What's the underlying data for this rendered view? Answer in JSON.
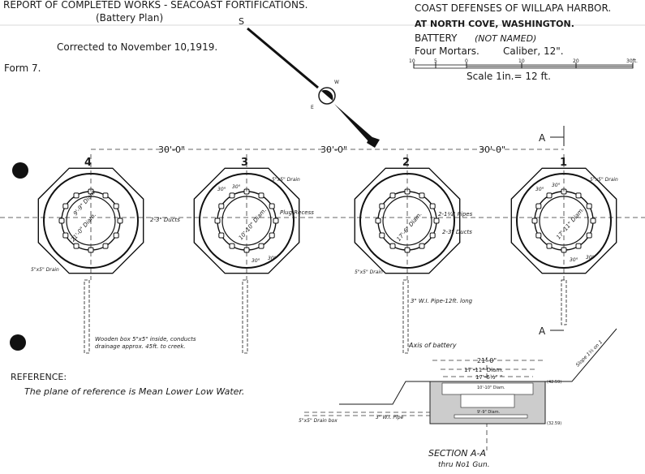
{
  "header": {
    "report_title": "REPORT OF COMPLETED WORKS - SEACOAST FORTIFICATIONS.",
    "subtitle": "(Battery Plan)",
    "corrected": "Corrected to November 10,1919.",
    "form": "Form 7."
  },
  "title_block": {
    "line1": "COAST DEFENSES OF WILLAPA HARBOR.",
    "line2": "AT NORTH COVE, WASHINGTON.",
    "battery_label": "BATTERY",
    "battery_name": "(NOT NAMED)",
    "armament": "Four Mortars.",
    "caliber": "Caliber, 12\".",
    "scale_ticks": [
      "10",
      "5",
      "0",
      "10",
      "20",
      "30ft."
    ],
    "scale_text": "Scale 1in.= 12 ft."
  },
  "compass": {
    "north_label": "S",
    "e_label": "E",
    "w_label": "W"
  },
  "plan": {
    "spacing_labels": [
      "30'-0\"",
      "30'-0\"",
      "30'-0\""
    ],
    "gun_numbers": [
      "4",
      "3",
      "2",
      "1"
    ],
    "section_marker": "A",
    "gun4": {
      "inner_diam": "9'-9\" Diam.",
      "outer_diam": "21'-0\" Diam.",
      "drain": "5\"x5\" Drain",
      "ducts": "2-3\" Ducts"
    },
    "gun3": {
      "drain": "5\"x5\" Drain",
      "plug": "Plug Recess",
      "diam": "10'-10\" Diam.",
      "angle1": "30°",
      "angle2": "30°",
      "angle3": "30°",
      "angle4": "30°"
    },
    "gun2": {
      "diam": "17'-6\" Diam.",
      "pipes": "2-1¼\" Pipes",
      "ducts": "2-3\" Ducts",
      "drain": "5\"x5\" Drain",
      "pipe": "3\" W.I. Pipe-12ft. long"
    },
    "gun1": {
      "diam": "17'-11\" Diam.",
      "drain": "5\"x5\" Drain",
      "angle1": "30°",
      "angle2": "30°",
      "angle3": "30°",
      "angle4": "30°"
    },
    "wooden_box_1": "Wooden box 5\"x5\" inside, conducts",
    "wooden_box_2": "drainage approx. 45ft. to creek.",
    "axis": "Axis of battery"
  },
  "reference": {
    "heading": "REFERENCE:",
    "text": "The plane of reference is Mean Lower Low Water."
  },
  "section": {
    "dim1": "21'-0\"",
    "dim2": "17'-11\" Diam.",
    "dim3": "17'-6½\" \"",
    "inner": "10'-10\" Diam.",
    "lower": "9'-9\" Diam.",
    "elev_top": "(42.59)",
    "elev_bottom": "(32.59)",
    "slope": "Slope 1½ on 1",
    "pipe": "3\" W.I. Pipe",
    "drain_box": "5\"x5\" Drain box",
    "title": "SECTION A-A",
    "subtitle": "thru No1 Gun."
  }
}
